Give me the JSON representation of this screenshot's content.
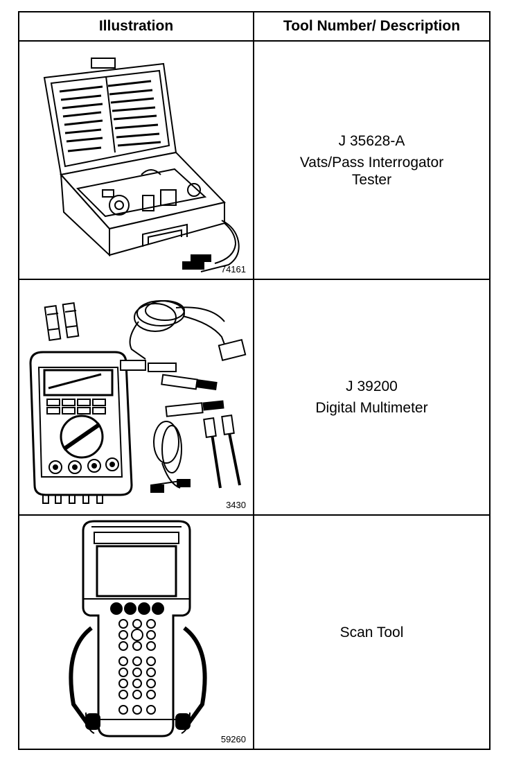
{
  "table": {
    "headers": {
      "illustration": "Illustration",
      "description": "Tool Number/ Description"
    },
    "rows": [
      {
        "figure": "74161",
        "tool_number": "J 35628-A",
        "description_line1": "Vats/Pass Interrogator",
        "description_line2": "Tester",
        "icon": "tester-case-icon"
      },
      {
        "figure": "3430",
        "tool_number": "J 39200",
        "description_line1": "Digital Multimeter",
        "description_line2": "",
        "icon": "multimeter-icon"
      },
      {
        "figure": "59260",
        "tool_number": "",
        "description_line1": "Scan Tool",
        "description_line2": "",
        "icon": "scan-tool-icon"
      }
    ]
  }
}
